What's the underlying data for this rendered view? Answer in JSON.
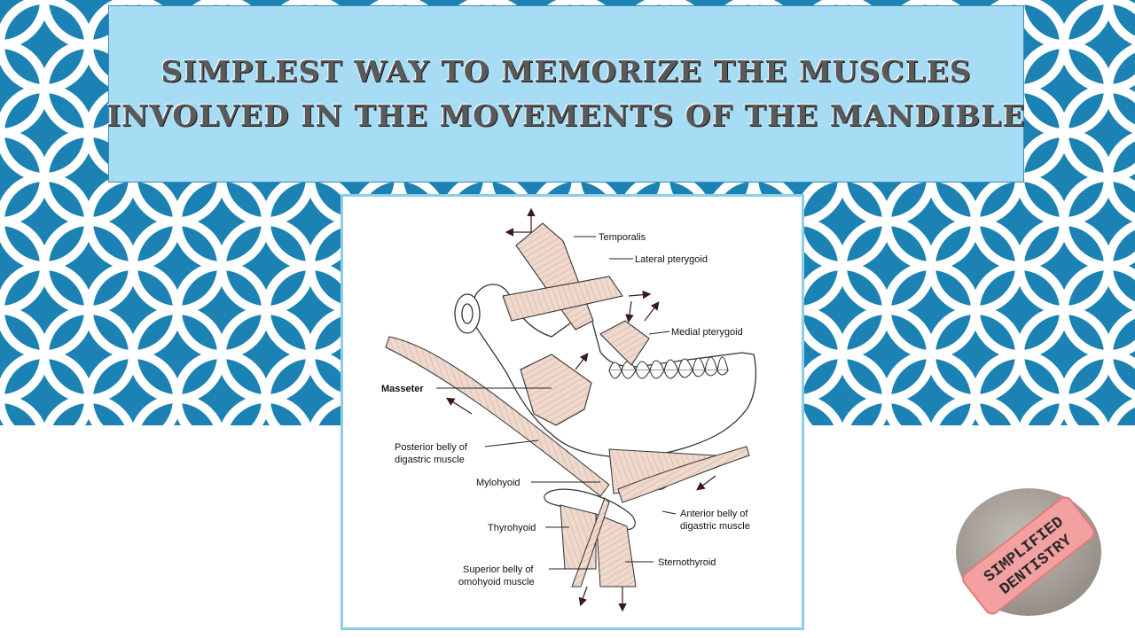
{
  "title": {
    "line1": "Simplest way to memorize the muscles",
    "line2": "involved in the movements of the mandible"
  },
  "diagram": {
    "labels": {
      "temporalis": "Temporalis",
      "lateral_pterygoid": "Lateral pterygoid",
      "medial_pterygoid": "Medial pterygoid",
      "masseter": "Masseter",
      "posterior_belly_1": "Posterior belly of",
      "posterior_belly_2": "digastric muscle",
      "mylohyoid": "Mylohyoid",
      "anterior_belly_1": "Anterior belly of",
      "anterior_belly_2": "digastric muscle",
      "thyrohyoid": "Thyrohyoid",
      "sternothyroid": "Sternothyroid",
      "superior_belly_1": "Superior belly of",
      "superior_belly_2": "omohyoid muscle"
    }
  },
  "logo": {
    "line1": "SIMPLIFIED",
    "line2": "DENTISTRY"
  },
  "colors": {
    "pattern_bg": "#1c82b4",
    "pattern_ring": "#ffffff",
    "banner_bg": "#a7dcf5",
    "frame_border": "#8ccde8",
    "muscle": "#efd9cd",
    "logo_disc": "#a7a29b",
    "logo_ribbon": "#f2a0a0"
  }
}
